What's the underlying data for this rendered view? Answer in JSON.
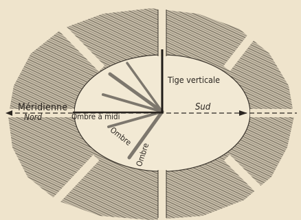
{
  "figure": {
    "labels": {
      "meridienne": "Méridienne",
      "nord": "Nord",
      "sud": "Sud",
      "tige": "Tige verticale",
      "ombre_midi": "Ombre à midi",
      "ombre_1": "Ombre",
      "ombre_2": "Ombre"
    },
    "colors": {
      "paper": "#efe4cc",
      "ink": "#2a2520",
      "hatch": "#8c857a",
      "inner_disc": "#f2e9d4"
    }
  }
}
